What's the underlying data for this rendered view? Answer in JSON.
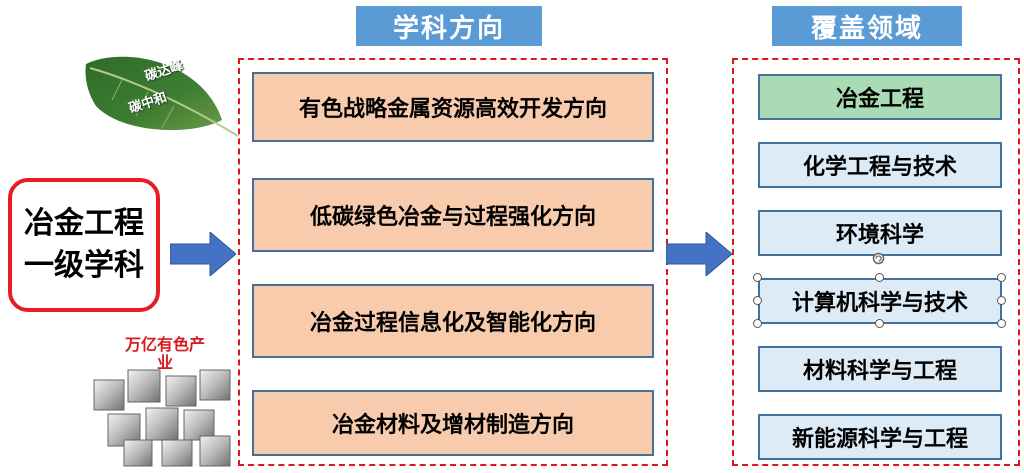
{
  "headers": {
    "directions": "学科方向",
    "fields": "覆盖领域"
  },
  "left": {
    "line1": "冶金工程",
    "line2": "一级学科"
  },
  "leaf": {
    "text1": "碳达峰",
    "text2": "碳中和"
  },
  "cubes": {
    "label": "万亿有色产业"
  },
  "directions": [
    "有色战略金属资源高效开发方向",
    "低碳绿色冶金与过程强化方向",
    "冶金过程信息化及智能化方向",
    "冶金材料及增材制造方向"
  ],
  "fields": [
    "冶金工程",
    "化学工程与技术",
    "环境科学",
    "计算机科学与技术",
    "材料科学与工程",
    "新能源科学与工程"
  ],
  "colors": {
    "header_bg": "#5b9bd5",
    "direction_box_fill": "#f8cbad",
    "field_box_fill": "#ddebf7",
    "field_first_fill": "#a9dcb4",
    "dashed_border": "#e0141e",
    "arrow_fill": "#4472c4",
    "left_box_border": "#e81c24"
  }
}
